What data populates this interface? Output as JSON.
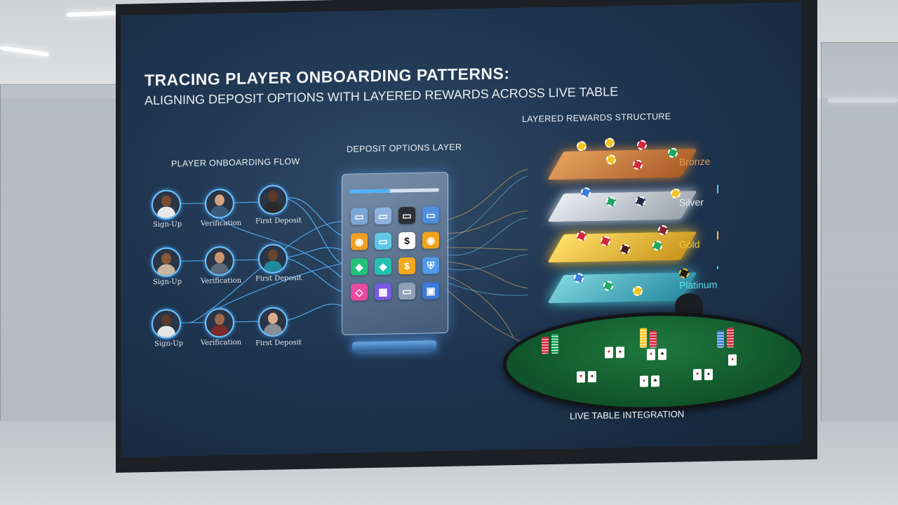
{
  "title": "Tracing Player Onboarding Patterns:",
  "subtitle": "Aligning Deposit Options with Layered Rewards Across Live Table",
  "onboarding": {
    "heading": "Player Onboarding Flow",
    "rows": [
      {
        "steps": [
          "Sign-Up",
          "Verification",
          "First Deposit"
        ]
      },
      {
        "steps": [
          "Sign-Up",
          "Verification",
          "First Deposit"
        ]
      },
      {
        "steps": [
          "Sign-Up",
          "Verification",
          "First Deposit"
        ]
      }
    ]
  },
  "deposit": {
    "heading": "Deposit Options Layer",
    "tile_progress": 0.45
  },
  "rewards": {
    "heading": "Layered Rewards Structure",
    "tiers": [
      {
        "name": "Bronze",
        "color": "#d98a44"
      },
      {
        "name": "Silver",
        "color": "#c9cfd6"
      },
      {
        "name": "Gold",
        "color": "#e8c032"
      },
      {
        "name": "Platinum",
        "color": "#54d6e6"
      }
    ]
  },
  "live_table": {
    "heading": "Live Table Integration"
  },
  "colors": {
    "accent": "#49a8ff",
    "felt": "#176b35"
  }
}
